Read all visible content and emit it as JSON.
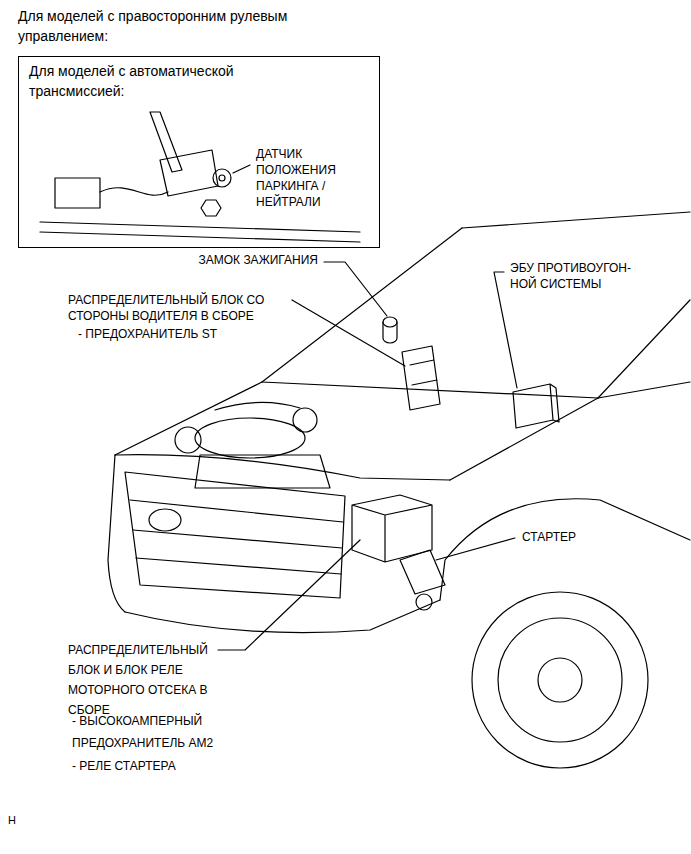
{
  "diagram": {
    "title": "Для моделей с правосторонним рулевым управлением:",
    "nodes": [
      {
        "text": [
          "Для моделей с автоматической трансмиссией:",
          "ДАТЧИК ПОЛОЖЕНИЯ ПАРКИНГА / НЕЙТРАЛИ"
        ]
      }
    ],
    "labels": [
      "ЗАМОК ЗАЖИГАНИЯ",
      "ЭБУ ПРОТИВОУГОН- НОЙ СИСТЕМЫ",
      "РАСПРЕДЕЛИТЕЛЬНЫЙ БЛОК СО СТОРОНЫ ВОДИТЕЛЯ В СБОРЕ",
      "- ПРЕДОХРАНИТЕЛЬ ST",
      "СТАРТЕР",
      "РАСПРЕДЕЛИТЕЛЬНЫЙ БЛОК И БЛОК РЕЛЕ МОТОРНОГО ОТСЕКА В СБОРЕ",
      "- ВЫСОКОАМПЕРНЫЙ ПРЕДОХРАНИТЕЛЬ AM2",
      "- РЕЛЕ СТАРТЕРА",
      "H"
    ]
  }
}
